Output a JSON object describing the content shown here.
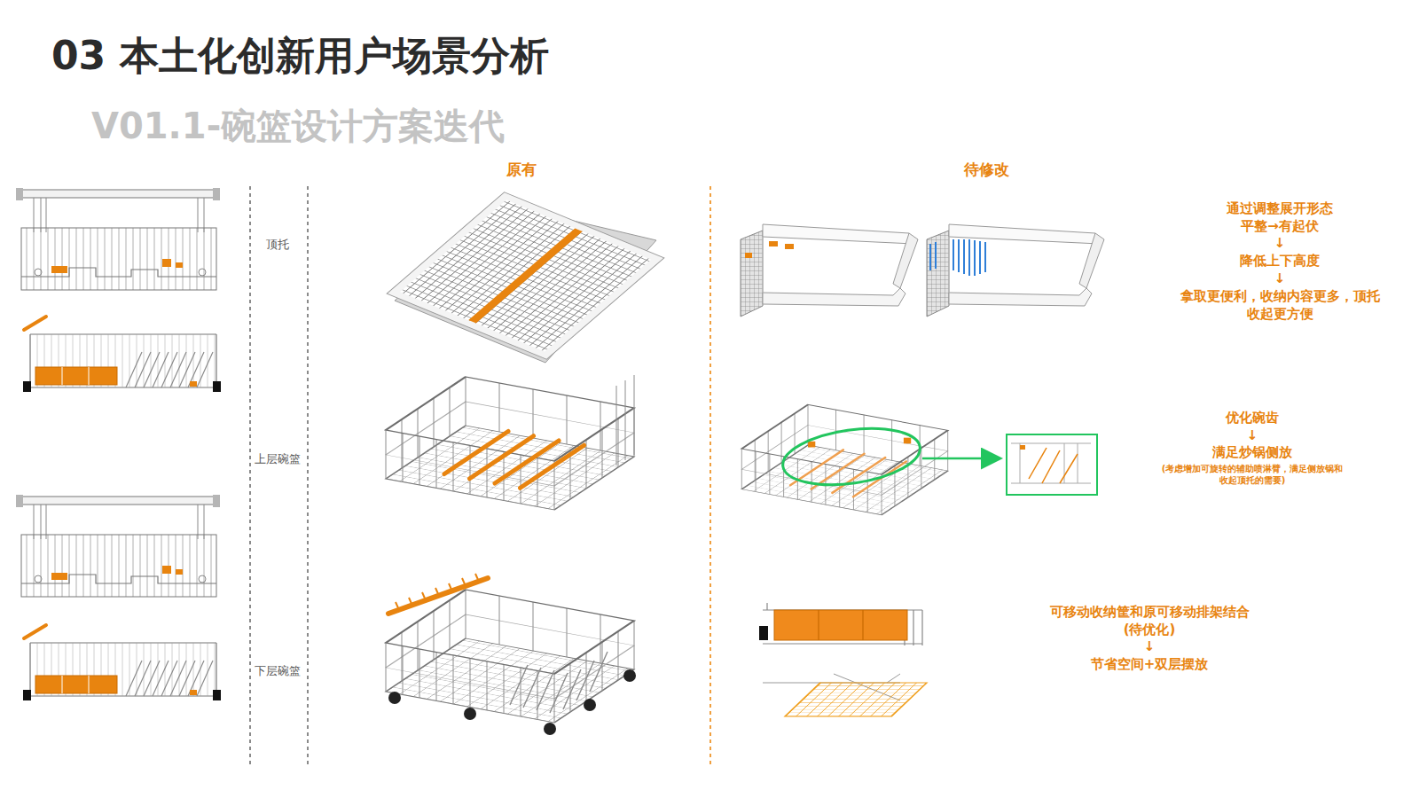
{
  "diagram": {
    "title": "03 本土化创新用户场景分析",
    "labels": [
      "V01.1-碗篮设计方案迭代",
      "原有",
      "待修改",
      "顶托",
      "上层碗篮",
      "下层碗篮",
      "通过调整展开形态",
      "平整→有起伏",
      "↓",
      "降低上下高度",
      "↓",
      "拿取更便利，收纳内容更多，顶托收起更方便",
      "优化碗齿",
      "↓",
      "满足炒锅侧放",
      "(考虑增加可旋转的辅助喷淋臂，满足侧放锅和收起顶托的需要)",
      "可移动收纳筐和原可移动排架结合",
      "(待优化)",
      "↓",
      "节省空间+双层摆放"
    ]
  }
}
